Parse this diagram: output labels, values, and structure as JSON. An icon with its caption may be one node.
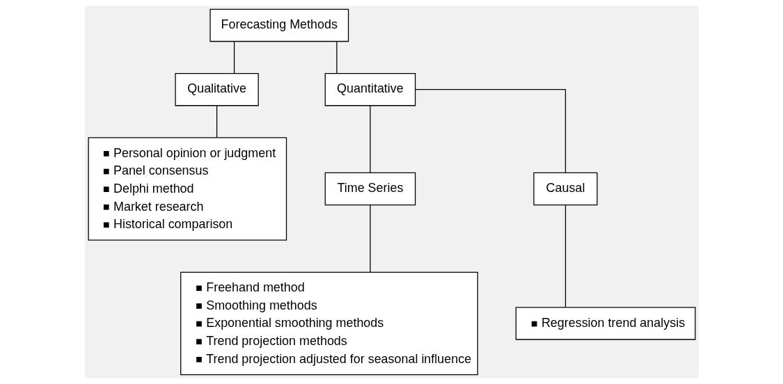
{
  "diagram": {
    "nodes": [
      {
        "text": [
          "Forecasting Methods"
        ]
      },
      {
        "text": [
          "Qualitative"
        ]
      },
      {
        "text": [
          "Quantitative"
        ]
      },
      {
        "text": [
          "Personal opinion or judgment",
          "Panel consensus",
          "Delphi method",
          "Market research",
          "Historical comparison"
        ]
      },
      {
        "text": [
          "Time Series"
        ]
      },
      {
        "text": [
          "Causal"
        ]
      },
      {
        "text": [
          "Freehand method",
          "Smoothing methods",
          "Exponential smoothing methods",
          "Trend projection methods",
          "Trend projection adjusted for seasonal influence"
        ]
      },
      {
        "text": [
          "Regression trend analysis"
        ]
      }
    ],
    "edges": [
      {
        "from": 0,
        "to": 1,
        "arrow": "none"
      },
      {
        "from": 0,
        "to": 2,
        "arrow": "none"
      },
      {
        "from": 1,
        "to": 3,
        "arrow": "none"
      },
      {
        "from": 2,
        "to": 4,
        "arrow": "none"
      },
      {
        "from": 2,
        "to": 5,
        "arrow": "none"
      },
      {
        "from": 4,
        "to": 6,
        "arrow": "none"
      },
      {
        "from": 5,
        "to": 7,
        "arrow": "none"
      }
    ]
  }
}
